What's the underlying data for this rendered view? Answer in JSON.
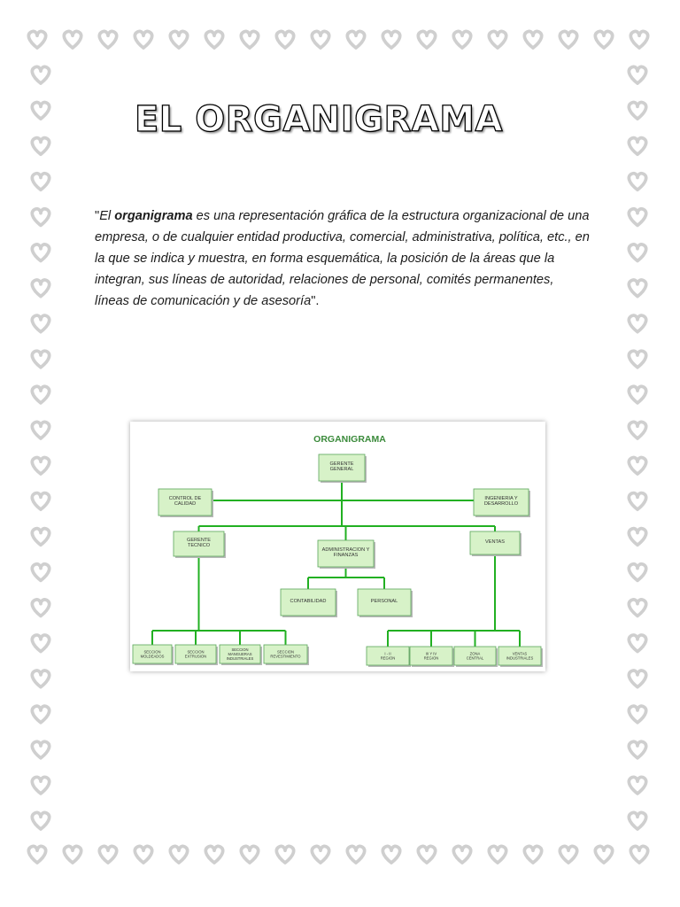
{
  "title": "EL ORGANIGRAMA",
  "paragraph": {
    "quote_open": "\"",
    "pre": "El ",
    "term": "organigrama",
    "body": " es una representación gráfica de la estructura organizacional de una empresa, o de cualquier entidad productiva, comercial, administrativa, política, etc., en la que se indica y muestra, en forma esquemática, la posición de la áreas que la integran, sus líneas de autoridad, relaciones de personal, comités permanentes, líneas de comunicación y de asesoría",
    "quote_close": "\"."
  },
  "border": {
    "motif": "heart-icon",
    "color": "#cfcfcf"
  },
  "chart": {
    "title": "ORGANIGRAMA",
    "title_color": "#3a8a3a",
    "box_fill": "#d7f2c8",
    "box_stroke": "#5aa55a",
    "line_color": "#22b022",
    "nodes": {
      "gerente_general": [
        "GERENTE",
        "GENERAL"
      ],
      "control_calidad": [
        "CONTROL DE",
        "CALIDAD"
      ],
      "ingenieria": [
        "INGENIERIA Y",
        "DESARROLLO"
      ],
      "gerente_tecnico": [
        "GERENTE",
        "TECNICO"
      ],
      "administracion": [
        "ADMINISTRACION Y",
        "FINANZAS"
      ],
      "ventas": [
        "VENTAS"
      ],
      "contabilidad": [
        "CONTABILIDAD"
      ],
      "personal": [
        "PERSONAL"
      ],
      "sec_moldeados": [
        "SECCION",
        "MOLDEADOS"
      ],
      "sec_extrusion": [
        "SECCION",
        "EXTRUSION"
      ],
      "sec_mangueras": [
        "SECCION",
        "MANGUERAS",
        "INDUSTRIALES"
      ],
      "sec_revestimiento": [
        "SECCION",
        "REVESTIMIENTO"
      ],
      "region_1": [
        "I - II",
        "REGION"
      ],
      "region_3": [
        "III Y IV",
        "REGION"
      ],
      "zona_central": [
        "ZONA",
        "CENTRAL"
      ],
      "ventas_ind": [
        "VENTAS",
        "INDUSTRIALES"
      ]
    }
  }
}
